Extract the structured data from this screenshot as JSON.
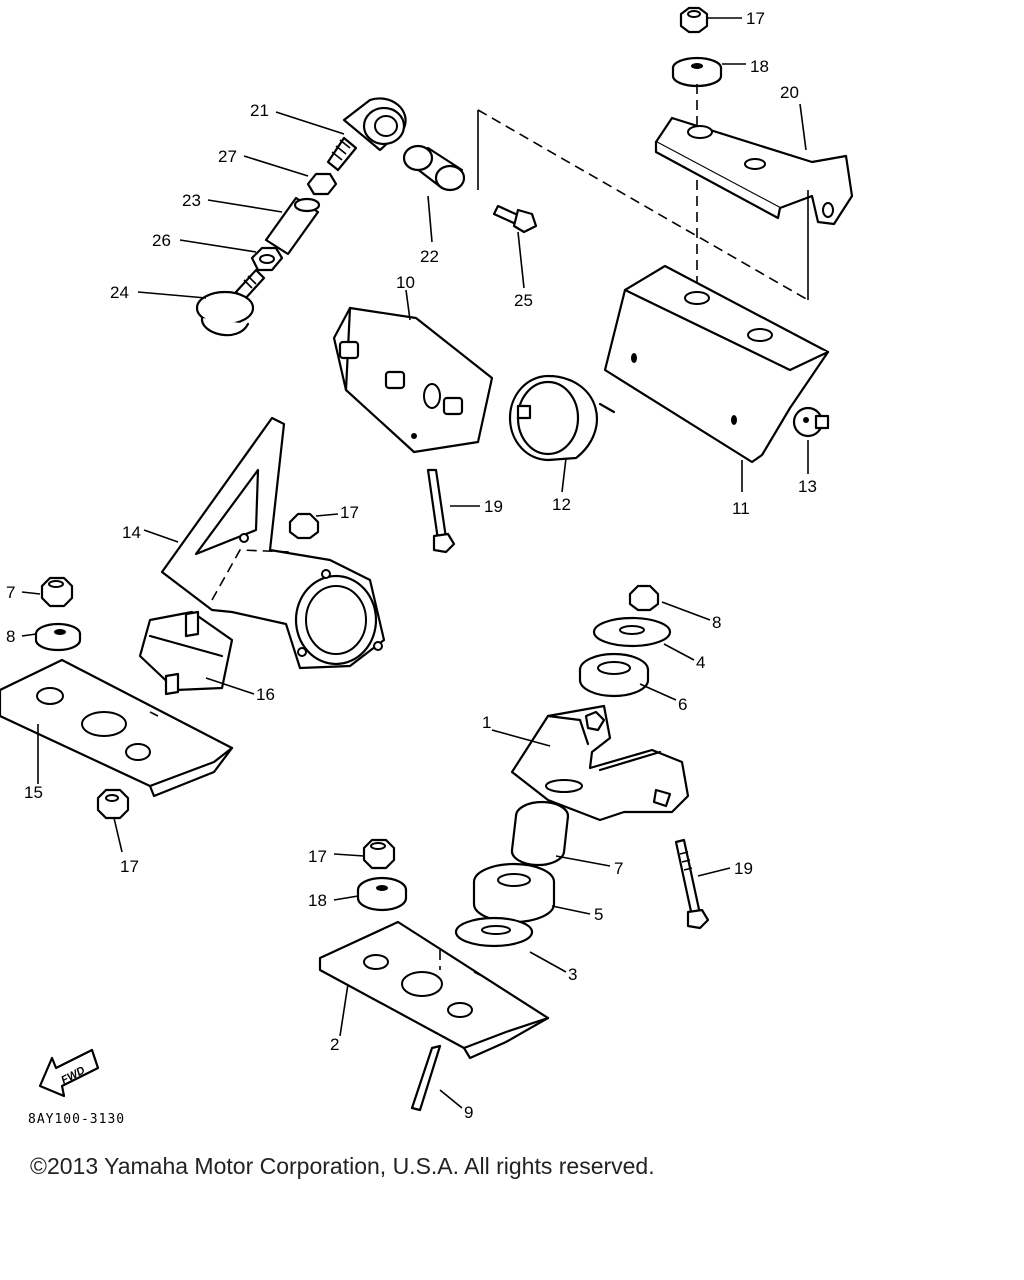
{
  "diagram_code": "8AY100-3130",
  "copyright": "©2013 Yamaha Motor Corporation, U.S.A. All rights reserved.",
  "fwd_label": "FWD",
  "callouts": [
    {
      "id": "c17a",
      "text": "17"
    },
    {
      "id": "c18a",
      "text": "18"
    },
    {
      "id": "c20",
      "text": "20"
    },
    {
      "id": "c21",
      "text": "21"
    },
    {
      "id": "c27",
      "text": "27"
    },
    {
      "id": "c23",
      "text": "23"
    },
    {
      "id": "c26",
      "text": "26"
    },
    {
      "id": "c24",
      "text": "24"
    },
    {
      "id": "c22",
      "text": "22"
    },
    {
      "id": "c25",
      "text": "25"
    },
    {
      "id": "c10",
      "text": "10"
    },
    {
      "id": "c12",
      "text": "12"
    },
    {
      "id": "c11",
      "text": "11"
    },
    {
      "id": "c13",
      "text": "13"
    },
    {
      "id": "c19a",
      "text": "19"
    },
    {
      "id": "c14",
      "text": "14"
    },
    {
      "id": "c17b",
      "text": "17"
    },
    {
      "id": "c7a",
      "text": "7"
    },
    {
      "id": "c8a",
      "text": "8"
    },
    {
      "id": "c16",
      "text": "16"
    },
    {
      "id": "c15",
      "text": "15"
    },
    {
      "id": "c17c",
      "text": "17"
    },
    {
      "id": "c8b",
      "text": "8"
    },
    {
      "id": "c4",
      "text": "4"
    },
    {
      "id": "c6",
      "text": "6"
    },
    {
      "id": "c1",
      "text": "1"
    },
    {
      "id": "c7b",
      "text": "7"
    },
    {
      "id": "c19b",
      "text": "19"
    },
    {
      "id": "c17d",
      "text": "17"
    },
    {
      "id": "c18b",
      "text": "18"
    },
    {
      "id": "c5",
      "text": "5"
    },
    {
      "id": "c3",
      "text": "3"
    },
    {
      "id": "c2",
      "text": "2"
    },
    {
      "id": "c9",
      "text": "9"
    }
  ]
}
